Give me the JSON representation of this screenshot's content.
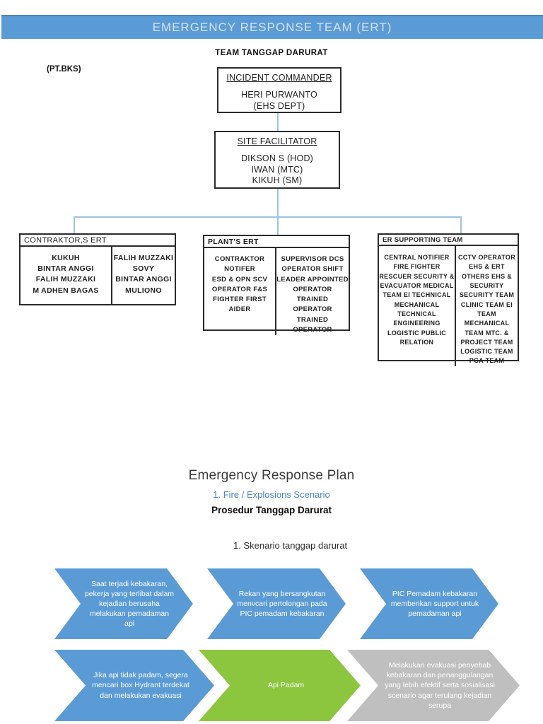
{
  "banner": {
    "title": "EMERGENCY RESPONSE TEAM (ERT)",
    "bg_color": "#5b9bd5",
    "text_color": "#d2e1f1"
  },
  "org_chart": {
    "team_title": "TEAM TANGGAP DARURAT",
    "company_label": "(PT.BKS)",
    "connector_color": "#9dc3e6",
    "incident_commander": {
      "title": "INCIDENT COMMANDER",
      "members": [
        "HERI PURWANTO",
        "(EHS DEPT)"
      ]
    },
    "site_facilitator": {
      "title": "SITE FACILITATOR",
      "members": [
        "DIKSON S (HOD)",
        "IWAN (MTC)",
        "KIKUH (SM)"
      ]
    },
    "teams": [
      {
        "name": "CONTRAKTOR,S ERT",
        "columns": [
          [
            "KUKUH",
            "BINTAR ANGGI",
            "FALIH MUZZAKI",
            "M ADHEN BAGAS"
          ],
          [
            "FALIH MUZZAKI",
            "SOVY",
            "BINTAR ANGGI",
            "MULIONO"
          ]
        ]
      },
      {
        "name": "PLANT'S ERT",
        "columns": [
          [
            "CONTRAKTOR",
            "NOTIFER",
            "ESD & OPN SCV",
            "OPERATOR F&S",
            "FIGHTER FIRST AIDER"
          ],
          [
            "SUPERVISOR DCS",
            "OPERATOR SHIFT",
            "LEADER APPOINTED",
            "OPERATOR",
            "TRAINED",
            "OPERATOR",
            "TRAINED",
            "OPERATOR"
          ]
        ]
      },
      {
        "name": "ER SUPPORTING TEAM",
        "columns": [
          [
            "CENTRAL NOTIFIER",
            "FIRE FIGHTER",
            "RESCUER SECURITY &",
            "EVACUATOR MEDICAL",
            "TEAM EI TECHNICAL",
            "MECHANICAL",
            "TECHNICAL",
            "ENGINEERING",
            "LOGISTIC PUBLIC",
            "RELATION"
          ],
          [
            "CCTV OPERATOR",
            "EHS & ERT",
            "OTHERS EHS &",
            "SECURITY",
            "SECURITY TEAM",
            "CLINIC TEAM EI",
            "TEAM",
            "MECHANICAL",
            "TEAM MTC. &",
            "PROJECT TEAM",
            "LOGISTIC TEAM",
            "PGA TEAM"
          ]
        ]
      }
    ]
  },
  "plan": {
    "title": "Emergency Response Plan",
    "subtitle": "1. Fire / Explosions Scenario",
    "heading": "Prosedur Tanggap Darurat",
    "step_label": "1. Skenario tanggap darurat",
    "colors": {
      "blue": "#5b9bd5",
      "green": "#8cc63f",
      "gray": "#bfbfbf"
    },
    "flow_rows": [
      [
        {
          "text": "Saat terjadi kebakaran, pekerja yang terlibat dalam kejadian berusaha melakukan pemadaman api",
          "color": "#5b9bd5"
        },
        {
          "text": "Rekan yang bersangkutan menvcari pertolongan pada PIC pemadam kebakaran",
          "color": "#5b9bd5"
        },
        {
          "text": "PIC Pemadam kebakaran memberikan support untuk pemadaman api",
          "color": "#5b9bd5"
        }
      ],
      [
        {
          "text": "Jika api tidak padam, segera mencari box Hydrant terdekat dan melakukan evakuasi",
          "color": "#5b9bd5"
        },
        {
          "text": "Api Padam",
          "color": "#8cc63f"
        },
        {
          "text": "Melakukan evakuasi penyebab kebakaran dan penanggulangan yang lebih efektif serta sosialisasi scenario agar terulang kejadian serupa",
          "color": "#bfbfbf"
        }
      ]
    ]
  }
}
